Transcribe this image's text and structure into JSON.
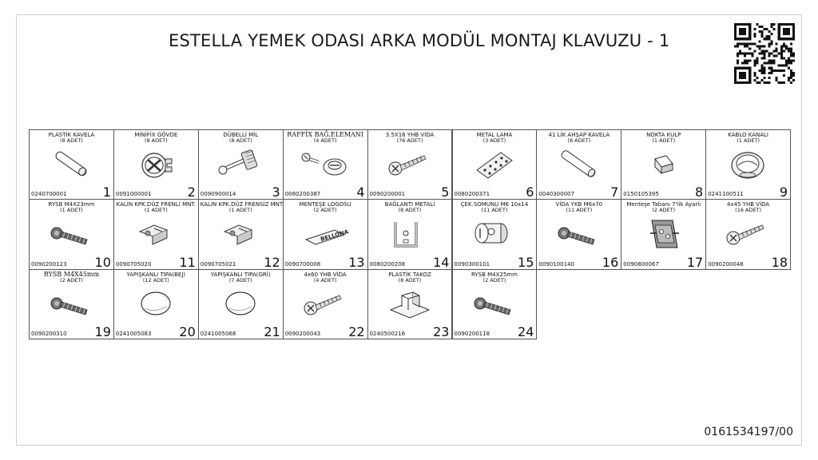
{
  "title": "ESTELLA YEMEK ODASI ARKA MODÜL MONTAJ KLAVUZU - 1",
  "doc_number": "0161534197/00",
  "parts": [
    {
      "name": "PLASTİK KAVELA",
      "qty": "(8 ADET)",
      "code": "0240700001",
      "num": "1",
      "icon": "dowel-icon"
    },
    {
      "name": "MİNİFİX GÖVDE",
      "qty": "(8 ADET)",
      "code": "0091000001",
      "num": "2",
      "icon": "minifix-body-icon"
    },
    {
      "name": "DÜBELLİ MİL",
      "qty": "(8 ADET)",
      "code": "0090900014",
      "num": "3",
      "icon": "dowel-pin-icon"
    },
    {
      "name": "RAFFİX BAĞ.ELEMANI",
      "qty": "(4 ADET)",
      "code": "0080200387",
      "num": "4",
      "icon": "raffix-connector-icon"
    },
    {
      "name": "3.5X16 YHB VİDA",
      "qty": "(76 ADET)",
      "code": "0090200001",
      "num": "5",
      "icon": "screw-icon"
    },
    {
      "name": "METAL LAMA",
      "qty": "(3 ADET)",
      "code": "0080200371",
      "num": "6",
      "icon": "metal-plate-icon"
    },
    {
      "name": "41 LİK AHŞAP KAVELA",
      "qty": "(8 ADET)",
      "code": "0040300007",
      "num": "7",
      "icon": "wooden-dowel-icon"
    },
    {
      "name": "NOKTA KULP",
      "qty": "(1 ADET)",
      "code": "0150105395",
      "num": "8",
      "icon": "knob-icon"
    },
    {
      "name": "KABLO KANALI",
      "qty": "(1 ADET)",
      "code": "0241100511",
      "num": "9",
      "icon": "cable-grommet-icon"
    },
    {
      "name": "RYSB M4X23mm",
      "qty": "(1 ADET)",
      "code": "0090200123",
      "num": "10",
      "icon": "bolt-icon"
    },
    {
      "name": "KALIN KPK.DÜZ FRENLİ MNT.",
      "qty": "(1 ADET)",
      "code": "0090705020",
      "num": "11",
      "icon": "hinge-icon"
    },
    {
      "name": "KALIN KPK.DÜZ FRENSİZ MNT.",
      "qty": "(1 ADET)",
      "code": "0090705021",
      "num": "12",
      "icon": "hinge-icon"
    },
    {
      "name": "MENTEŞE LOGOSU",
      "qty": "(2 ADET)",
      "code": "0090700008",
      "num": "13",
      "icon": "hinge-logo-icon",
      "label": "BELLONA"
    },
    {
      "name": "BAĞLANTI METALİ",
      "qty": "(8 ADET)",
      "code": "0080200208",
      "num": "14",
      "icon": "bracket-icon"
    },
    {
      "name": "ÇEK.SOMUNU M6 10x14",
      "qty": "(11 ADET)",
      "code": "0090300101",
      "num": "15",
      "icon": "barrel-nut-icon"
    },
    {
      "name": "VİDA YKB M6x70",
      "qty": "(11 ADET)",
      "code": "0090100140",
      "num": "16",
      "icon": "bolt-icon"
    },
    {
      "name": "Menteşe Tabanı 7'lik Ayarlı",
      "qty": "(2 ADET)",
      "code": "0090800067",
      "num": "17",
      "icon": "hinge-plate-icon"
    },
    {
      "name": "4x45 YHB VİDA",
      "qty": "(16 ADET)",
      "code": "0090200048",
      "num": "18",
      "icon": "screw-icon"
    },
    {
      "name": "RYSB M4X45mm",
      "qty": "(2 ADET)",
      "code": "0090200310",
      "num": "19",
      "icon": "bolt-icon"
    },
    {
      "name": "YAPIŞKANLI TIPA(BEJ)",
      "qty": "(12 ADET)",
      "code": "0241005083",
      "num": "20",
      "icon": "adhesive-cap-icon"
    },
    {
      "name": "YAPIŞKANLI TIPA(GRİ)",
      "qty": "(7 ADET)",
      "code": "0241005068",
      "num": "21",
      "icon": "adhesive-cap-icon"
    },
    {
      "name": "4x60 YHB VİDA",
      "qty": "(4 ADET)",
      "code": "0090200043",
      "num": "22",
      "icon": "screw-icon"
    },
    {
      "name": "PLASTİK TAKOZ",
      "qty": "(8 ADET)",
      "code": "0240500216",
      "num": "23",
      "icon": "plastic-block-icon"
    },
    {
      "name": "RYSB M4X25mm",
      "qty": "(2 ADET)",
      "code": "0090200118",
      "num": "24",
      "icon": "bolt-icon"
    }
  ]
}
